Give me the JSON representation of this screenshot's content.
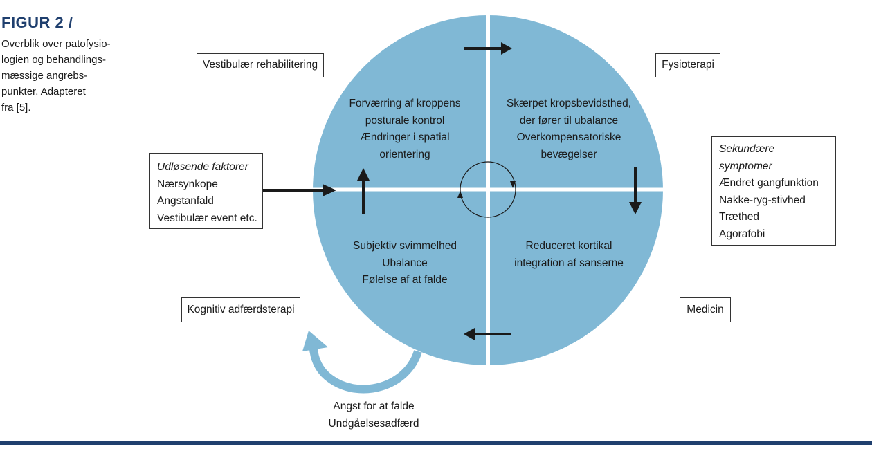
{
  "figure_label": "FIGUR 2 /",
  "caption_lines": [
    "Overblik over patofysio-",
    "logien og behandlings-",
    "mæssige angrebs-",
    "punkter. Adapteret",
    "fra [5]."
  ],
  "quadrants": {
    "top_left": [
      "Forværring af kroppens",
      "posturale kontrol",
      "Ændringer i spatial",
      "orientering"
    ],
    "top_right": [
      "Skærpet kropsbevidsthed,",
      "der fører til ubalance",
      "Overkompensatoriske",
      "bevægelser"
    ],
    "bottom_left": [
      "Subjektiv svimmelhed",
      "Ubalance",
      "Følelse af at falde"
    ],
    "bottom_right": [
      "Reduceret kortikal",
      "integration af sanserne"
    ]
  },
  "boxes": {
    "vestibular": "Vestibulær rehabilitering",
    "fysioterapi": "Fysioterapi",
    "triggers_title": "Udløsende faktorer",
    "triggers": [
      "Nærsynkope",
      "Angstanfald",
      "Vestibulær event etc."
    ],
    "secondary_title_1": "Sekundære",
    "secondary_title_2": "symptomer",
    "secondary": [
      "Ændret gangfunktion",
      "Nakke-ryg-stivhed",
      "Træthed",
      "Agorafobi"
    ],
    "kognitiv": "Kognitiv adfærdsterapi",
    "medicin": "Medicin"
  },
  "bottom_text": [
    "Angst for at falde",
    "Undgåelsesadfærd"
  ],
  "colors": {
    "circle_fill": "#80b8d5",
    "accent": "#1f3f6e"
  }
}
